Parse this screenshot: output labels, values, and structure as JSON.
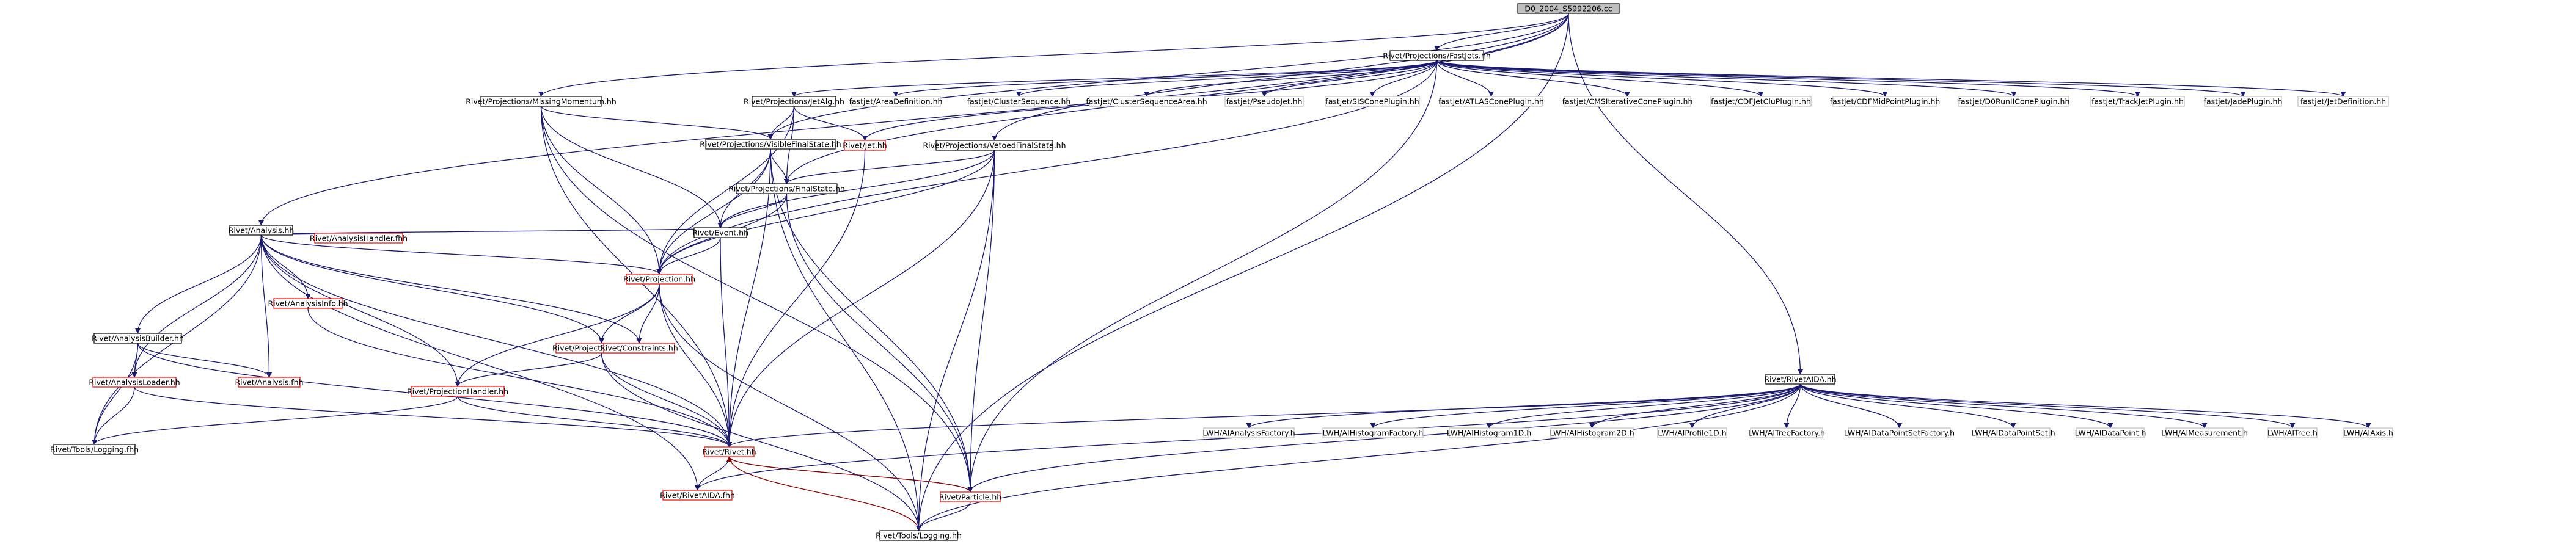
{
  "graph": {
    "colors": {
      "edge": "#191970",
      "edge_back": "#8b0000",
      "root_fill": "#bfbfbf",
      "node_fill": "#ffffff",
      "node_border": "#000000",
      "node_border_red": "#ff0000",
      "node_border_grey": "#bfbfbf",
      "text": "#000000"
    },
    "nodes": [
      {
        "id": "root",
        "label": "D0_2004_S5992206.cc",
        "style": "root"
      },
      {
        "id": "fastjets",
        "label": "Rivet/Projections/FastJets.hh",
        "style": "black"
      },
      {
        "id": "analysis",
        "label": "Rivet/Analysis.hh",
        "style": "black"
      },
      {
        "id": "missmom",
        "label": "Rivet/Projections/MissingMomentum.hh",
        "style": "black"
      },
      {
        "id": "jetalg",
        "label": "Rivet/Projections/JetAlg.hh",
        "style": "black"
      },
      {
        "id": "visiblefs",
        "label": "Rivet/Projections/VisibleFinalState.hh",
        "style": "black"
      },
      {
        "id": "vetoedfs",
        "label": "Rivet/Projections/VetoedFinalState.hh",
        "style": "black"
      },
      {
        "id": "finalstate",
        "label": "Rivet/Projections/FinalState.hh",
        "style": "black"
      },
      {
        "id": "event",
        "label": "Rivet/Event.hh",
        "style": "black"
      },
      {
        "id": "projection",
        "label": "Rivet/Projection.hh",
        "style": "red"
      },
      {
        "id": "jet",
        "label": "Rivet/Jet.hh",
        "style": "red"
      },
      {
        "id": "rivet",
        "label": "Rivet/Rivet.hh",
        "style": "red"
      },
      {
        "id": "particle",
        "label": "Rivet/Particle.hh",
        "style": "red"
      },
      {
        "id": "rivetaidafh",
        "label": "Rivet/RivetAIDA.fhh",
        "style": "red"
      },
      {
        "id": "logging",
        "label": "Rivet/Tools/Logging.hh",
        "style": "black"
      },
      {
        "id": "logfhh",
        "label": "Rivet/Tools/Logging.fhh",
        "style": "black"
      },
      {
        "id": "anahandler",
        "label": "Rivet/AnalysisHandler.fhh",
        "style": "red"
      },
      {
        "id": "anainfo",
        "label": "Rivet/AnalysisInfo.hh",
        "style": "red"
      },
      {
        "id": "anabuilder",
        "label": "Rivet/AnalysisBuilder.hh",
        "style": "black"
      },
      {
        "id": "analoader",
        "label": "Rivet/AnalysisLoader.hh",
        "style": "red"
      },
      {
        "id": "anafhh",
        "label": "Rivet/Analysis.fhh",
        "style": "red"
      },
      {
        "id": "projapplier",
        "label": "Rivet/ProjectionApplier.hh",
        "style": "red"
      },
      {
        "id": "projhandler",
        "label": "Rivet/ProjectionHandler.hh",
        "style": "red"
      },
      {
        "id": "constraints",
        "label": "Rivet/Constraints.hh",
        "style": "red"
      },
      {
        "id": "rivetaida",
        "label": "Rivet/RivetAIDA.hh",
        "style": "black"
      },
      {
        "id": "f_areadef",
        "label": "fastjet/AreaDefinition.hh",
        "style": "grey"
      },
      {
        "id": "f_clseq",
        "label": "fastjet/ClusterSequence.hh",
        "style": "grey"
      },
      {
        "id": "f_clseqarea",
        "label": "fastjet/ClusterSequenceArea.hh",
        "style": "grey"
      },
      {
        "id": "f_pseudojet",
        "label": "fastjet/PseudoJet.hh",
        "style": "grey"
      },
      {
        "id": "f_siscone",
        "label": "fastjet/SISConePlugin.hh",
        "style": "grey"
      },
      {
        "id": "f_atlas",
        "label": "fastjet/ATLASConePlugin.hh",
        "style": "grey"
      },
      {
        "id": "f_cmsit",
        "label": "fastjet/CMSIterativeConePlugin.hh",
        "style": "grey"
      },
      {
        "id": "f_cdfclu",
        "label": "fastjet/CDFJetCluPlugin.hh",
        "style": "grey"
      },
      {
        "id": "f_cdfmid",
        "label": "fastjet/CDFMidPointPlugin.hh",
        "style": "grey"
      },
      {
        "id": "f_d0run2",
        "label": "fastjet/D0RunIIConePlugin.hh",
        "style": "grey"
      },
      {
        "id": "f_trackjet",
        "label": "fastjet/TrackJetPlugin.hh",
        "style": "grey"
      },
      {
        "id": "f_jade",
        "label": "fastjet/JadePlugin.hh",
        "style": "grey"
      },
      {
        "id": "f_jetdef",
        "label": "fastjet/JetDefinition.hh",
        "style": "grey"
      },
      {
        "id": "l_anafact",
        "label": "LWH/AIAnalysisFactory.h",
        "style": "grey"
      },
      {
        "id": "l_histfact",
        "label": "LWH/AIHistogramFactory.h",
        "style": "grey"
      },
      {
        "id": "l_hist1d",
        "label": "LWH/AIHistogram1D.h",
        "style": "grey"
      },
      {
        "id": "l_hist2d",
        "label": "LWH/AIHistogram2D.h",
        "style": "grey"
      },
      {
        "id": "l_prof1d",
        "label": "LWH/AIProfile1D.h",
        "style": "grey"
      },
      {
        "id": "l_treefact",
        "label": "LWH/AITreeFactory.h",
        "style": "grey"
      },
      {
        "id": "l_dpsfact",
        "label": "LWH/AIDataPointSetFactory.h",
        "style": "grey"
      },
      {
        "id": "l_dps",
        "label": "LWH/AIDataPointSet.h",
        "style": "grey"
      },
      {
        "id": "l_dp",
        "label": "LWH/AIDataPoint.h",
        "style": "grey"
      },
      {
        "id": "l_meas",
        "label": "LWH/AIMeasurement.h",
        "style": "grey"
      },
      {
        "id": "l_tree",
        "label": "LWH/AITree.h",
        "style": "grey"
      },
      {
        "id": "l_axis",
        "label": "LWH/AIAxis.h",
        "style": "grey"
      }
    ],
    "edges": [
      [
        "root",
        "fastjets"
      ],
      [
        "root",
        "analysis"
      ],
      [
        "root",
        "missmom"
      ],
      [
        "root",
        "visiblefs"
      ],
      [
        "root",
        "vetoedfs"
      ],
      [
        "root",
        "rivetaida"
      ],
      [
        "root",
        "logging"
      ],
      [
        "root",
        "finalstate"
      ],
      [
        "fastjets",
        "jetalg"
      ],
      [
        "fastjets",
        "jet"
      ],
      [
        "fastjets",
        "particle"
      ],
      [
        "fastjets",
        "projection"
      ],
      [
        "fastjets",
        "f_areadef"
      ],
      [
        "fastjets",
        "f_clseq"
      ],
      [
        "fastjets",
        "f_clseqarea"
      ],
      [
        "fastjets",
        "f_pseudojet"
      ],
      [
        "fastjets",
        "f_siscone"
      ],
      [
        "fastjets",
        "f_atlas"
      ],
      [
        "fastjets",
        "f_cmsit"
      ],
      [
        "fastjets",
        "f_cdfclu"
      ],
      [
        "fastjets",
        "f_cdfmid"
      ],
      [
        "fastjets",
        "f_d0run2"
      ],
      [
        "fastjets",
        "f_trackjet"
      ],
      [
        "fastjets",
        "f_jade"
      ],
      [
        "fastjets",
        "f_jetdef"
      ],
      [
        "jetalg",
        "visiblefs"
      ],
      [
        "jetalg",
        "jet"
      ],
      [
        "jetalg",
        "finalstate"
      ],
      [
        "jetalg",
        "projection"
      ],
      [
        "missmom",
        "visiblefs"
      ],
      [
        "missmom",
        "event"
      ],
      [
        "missmom",
        "projection"
      ],
      [
        "missmom",
        "rivet"
      ],
      [
        "missmom",
        "particle"
      ],
      [
        "visiblefs",
        "finalstate"
      ],
      [
        "visiblefs",
        "event"
      ],
      [
        "visiblefs",
        "projection"
      ],
      [
        "visiblefs",
        "rivet"
      ],
      [
        "visiblefs",
        "particle"
      ],
      [
        "visiblefs",
        "logging"
      ],
      [
        "vetoedfs",
        "finalstate"
      ],
      [
        "vetoedfs",
        "event"
      ],
      [
        "vetoedfs",
        "projection"
      ],
      [
        "vetoedfs",
        "rivet"
      ],
      [
        "vetoedfs",
        "particle"
      ],
      [
        "vetoedfs",
        "logging"
      ],
      [
        "finalstate",
        "event"
      ],
      [
        "finalstate",
        "projection"
      ],
      [
        "finalstate",
        "particle"
      ],
      [
        "jet",
        "rivet"
      ],
      [
        "analysis",
        "event"
      ],
      [
        "analysis",
        "projection"
      ],
      [
        "analysis",
        "anahandler"
      ],
      [
        "analysis",
        "anainfo"
      ],
      [
        "analysis",
        "anabuilder"
      ],
      [
        "analysis",
        "analoader"
      ],
      [
        "analysis",
        "anafhh"
      ],
      [
        "analysis",
        "projapplier"
      ],
      [
        "analysis",
        "projhandler"
      ],
      [
        "analysis",
        "constraints"
      ],
      [
        "analysis",
        "rivet"
      ],
      [
        "analysis",
        "logfhh"
      ],
      [
        "analysis",
        "rivetaidafh"
      ],
      [
        "event",
        "projection"
      ],
      [
        "event",
        "rivet"
      ],
      [
        "projection",
        "projapplier"
      ],
      [
        "projection",
        "projhandler"
      ],
      [
        "projection",
        "constraints"
      ],
      [
        "projection",
        "rivet"
      ],
      [
        "projection",
        "logging"
      ],
      [
        "projapplier",
        "projhandler"
      ],
      [
        "projapplier",
        "rivet"
      ],
      [
        "projapplier",
        "logging"
      ],
      [
        "projhandler",
        "rivet"
      ],
      [
        "projhandler",
        "logfhh"
      ],
      [
        "anainfo",
        "rivet"
      ],
      [
        "anabuilder",
        "analoader"
      ],
      [
        "anabuilder",
        "anafhh"
      ],
      [
        "anabuilder",
        "logfhh"
      ],
      [
        "anabuilder",
        "rivet"
      ],
      [
        "analoader",
        "rivet"
      ],
      [
        "analoader",
        "logfhh"
      ],
      [
        "rivet",
        "rivetaidafh"
      ],
      [
        "rivet",
        "particle"
      ],
      [
        "particle",
        "logging"
      ],
      [
        "particle",
        "rivet"
      ],
      [
        "logging",
        "rivet"
      ],
      [
        "rivetaida",
        "rivet"
      ],
      [
        "rivetaida",
        "rivetaidafh"
      ],
      [
        "rivetaida",
        "particle"
      ],
      [
        "rivetaida",
        "logging"
      ],
      [
        "rivetaida",
        "l_anafact"
      ],
      [
        "rivetaida",
        "l_histfact"
      ],
      [
        "rivetaida",
        "l_hist1d"
      ],
      [
        "rivetaida",
        "l_hist2d"
      ],
      [
        "rivetaida",
        "l_prof1d"
      ],
      [
        "rivetaida",
        "l_treefact"
      ],
      [
        "rivetaida",
        "l_dpsfact"
      ],
      [
        "rivetaida",
        "l_dps"
      ],
      [
        "rivetaida",
        "l_dp"
      ],
      [
        "rivetaida",
        "l_meas"
      ],
      [
        "rivetaida",
        "l_tree"
      ],
      [
        "rivetaida",
        "l_axis"
      ]
    ]
  }
}
